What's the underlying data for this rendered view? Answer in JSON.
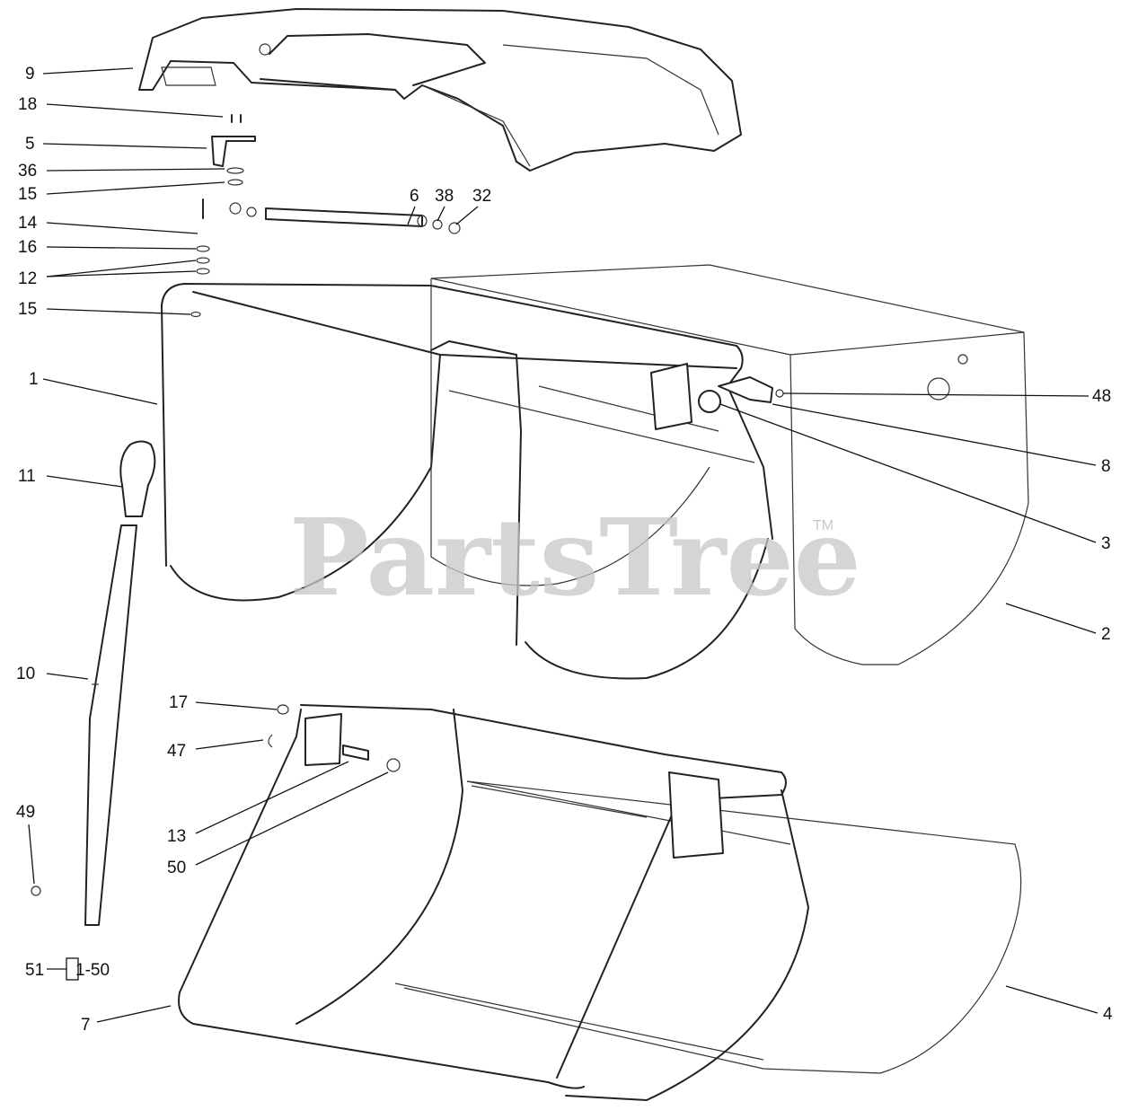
{
  "watermark": {
    "brand": "PartsTree",
    "trademark": "TM"
  },
  "callouts": [
    {
      "id": "9",
      "label": "9"
    },
    {
      "id": "18",
      "label": "18"
    },
    {
      "id": "5",
      "label": "5"
    },
    {
      "id": "36",
      "label": "36"
    },
    {
      "id": "15a",
      "label": "15"
    },
    {
      "id": "14",
      "label": "14"
    },
    {
      "id": "16",
      "label": "16"
    },
    {
      "id": "12",
      "label": "12"
    },
    {
      "id": "15b",
      "label": "15"
    },
    {
      "id": "1",
      "label": "1"
    },
    {
      "id": "11",
      "label": "11"
    },
    {
      "id": "10",
      "label": "10"
    },
    {
      "id": "49",
      "label": "49"
    },
    {
      "id": "6",
      "label": "6"
    },
    {
      "id": "38",
      "label": "38"
    },
    {
      "id": "32",
      "label": "32"
    },
    {
      "id": "48",
      "label": "48"
    },
    {
      "id": "8",
      "label": "8"
    },
    {
      "id": "3",
      "label": "3"
    },
    {
      "id": "2",
      "label": "2"
    },
    {
      "id": "17",
      "label": "17"
    },
    {
      "id": "47",
      "label": "47"
    },
    {
      "id": "13",
      "label": "13"
    },
    {
      "id": "50",
      "label": "50"
    },
    {
      "id": "7",
      "label": "7"
    },
    {
      "id": "4",
      "label": "4"
    }
  ],
  "kit": {
    "number": "51",
    "range": "1-50"
  }
}
